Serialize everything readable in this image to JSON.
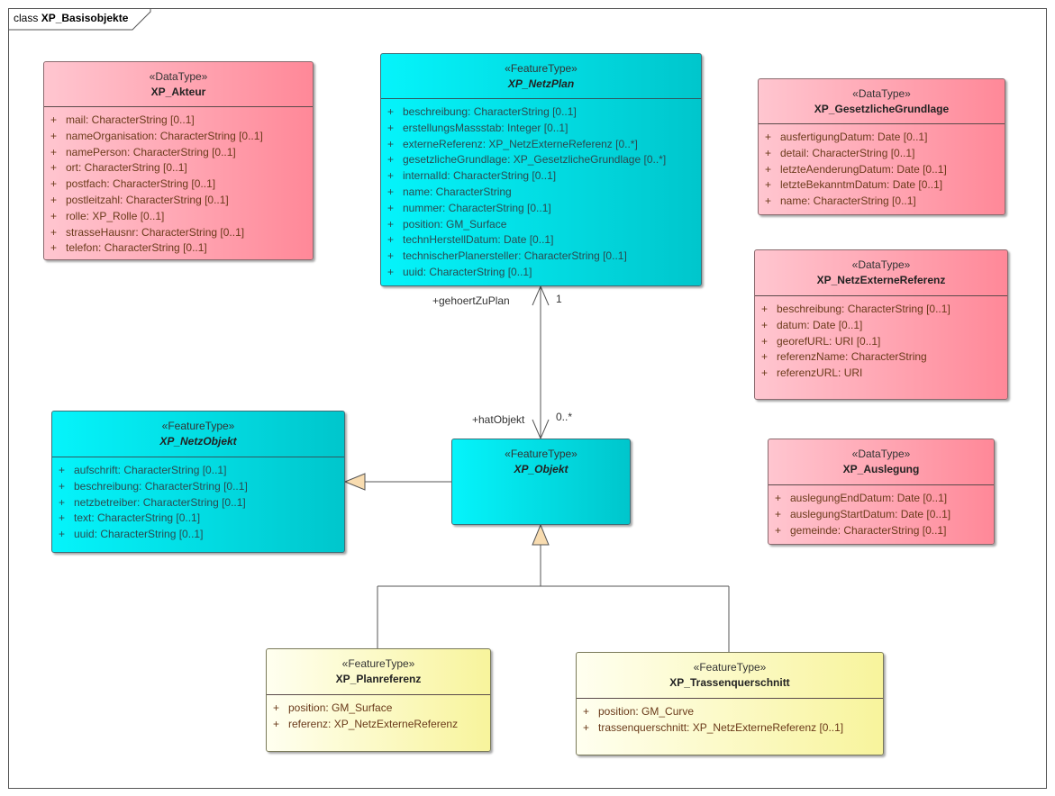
{
  "diagram": {
    "kind": "class",
    "title": "XP_Basisobjekte"
  },
  "classes": [
    {
      "id": "c-akteur",
      "theme": "pink",
      "stereotype": "«DataType»",
      "name": "XP_Akteur",
      "abstract": false,
      "attributes": [
        "mail: CharacterString [0..1]",
        "nameOrganisation: CharacterString [0..1]",
        "namePerson: CharacterString [0..1]",
        "ort: CharacterString [0..1]",
        "postfach: CharacterString [0..1]",
        "postleitzahl: CharacterString [0..1]",
        "rolle: XP_Rolle [0..1]",
        "strasseHausnr: CharacterString [0..1]",
        "telefon: CharacterString [0..1]"
      ]
    },
    {
      "id": "c-netzplan",
      "theme": "cyan",
      "stereotype": "«FeatureType»",
      "name": "XP_NetzPlan",
      "abstract": true,
      "attributes": [
        "beschreibung: CharacterString [0..1]",
        "erstellungsMassstab: Integer [0..1]",
        "externeReferenz: XP_NetzExterneReferenz [0..*]",
        "gesetzlicheGrundlage: XP_GesetzlicheGrundlage [0..*]",
        "internalId: CharacterString [0..1]",
        "name: CharacterString",
        "nummer: CharacterString [0..1]",
        "position: GM_Surface",
        "technHerstellDatum: Date [0..1]",
        "technischerPlanersteller: CharacterString [0..1]",
        "uuid: CharacterString [0..1]"
      ]
    },
    {
      "id": "c-gesetz",
      "theme": "pink",
      "stereotype": "«DataType»",
      "name": "XP_GesetzlicheGrundlage",
      "abstract": false,
      "attributes": [
        "ausfertigungDatum: Date [0..1]",
        "detail: CharacterString [0..1]",
        "letzteAenderungDatum: Date [0..1]",
        "letzteBekanntmDatum: Date [0..1]",
        "name: CharacterString [0..1]"
      ]
    },
    {
      "id": "c-extref",
      "theme": "pink",
      "stereotype": "«DataType»",
      "name": "XP_NetzExterneReferenz",
      "abstract": false,
      "attributes": [
        "beschreibung: CharacterString [0..1]",
        "datum: Date [0..1]",
        "georefURL: URI [0..1]",
        "referenzName: CharacterString",
        "referenzURL: URI"
      ]
    },
    {
      "id": "c-ausleg",
      "theme": "pink",
      "stereotype": "«DataType»",
      "name": "XP_Auslegung",
      "abstract": false,
      "attributes": [
        "auslegungEndDatum: Date [0..1]",
        "auslegungStartDatum: Date [0..1]",
        "gemeinde: CharacterString [0..1]"
      ]
    },
    {
      "id": "c-netzobj",
      "theme": "cyan",
      "stereotype": "«FeatureType»",
      "name": "XP_NetzObjekt",
      "abstract": true,
      "attributes": [
        "aufschrift: CharacterString [0..1]",
        "beschreibung: CharacterString [0..1]",
        "netzbetreiber: CharacterString [0..1]",
        "text: CharacterString [0..1]",
        "uuid: CharacterString [0..1]"
      ]
    },
    {
      "id": "c-objekt",
      "theme": "cyan",
      "stereotype": "«FeatureType»",
      "name": "XP_Objekt",
      "abstract": true,
      "attributes": []
    },
    {
      "id": "c-planref",
      "theme": "yellow",
      "stereotype": "«FeatureType»",
      "name": "XP_Planreferenz",
      "abstract": false,
      "attributes": [
        "position: GM_Surface",
        "referenz: XP_NetzExterneReferenz"
      ]
    },
    {
      "id": "c-trasse",
      "theme": "yellow",
      "stereotype": "«FeatureType»",
      "name": "XP_Trassenquerschnitt",
      "abstract": false,
      "attributes": [
        "position: GM_Curve",
        "trassenquerschnitt: XP_NetzExterneReferenz [0..1]"
      ]
    }
  ],
  "visibility_symbol": "+",
  "association": {
    "end_plan_role": "+gehoertZuPlan",
    "end_plan_mult": "1",
    "end_objekt_role": "+hatObjekt",
    "end_objekt_mult": "0..*"
  },
  "colors": {
    "featuretype": "#00e0e8",
    "datatype": "#ffa8b4",
    "leaf_featuretype": "#fcf8c0",
    "generalization_fill": "#f8dcb0"
  }
}
